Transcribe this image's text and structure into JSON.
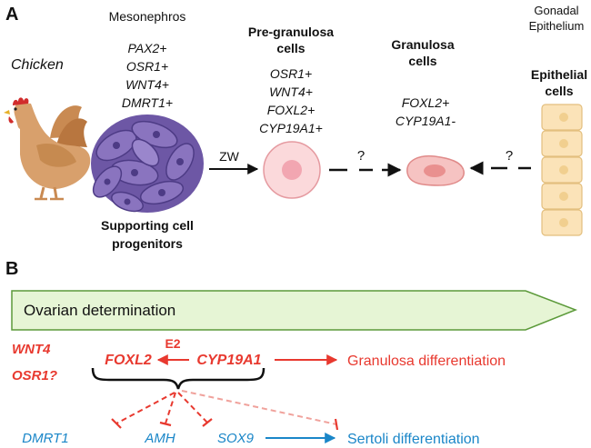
{
  "panel_a": {
    "letter": "A",
    "chicken_label": "Chicken",
    "mesonephros": {
      "title": "Mesonephros",
      "markers": [
        "PAX2+",
        "OSR1+",
        "WNT4+",
        "DMRT1+"
      ],
      "cell_label": [
        "Supporting cell",
        "progenitors"
      ]
    },
    "zw_label": "ZW",
    "pregranulosa": {
      "title": [
        "Pre-granulosa",
        "cells"
      ],
      "markers": [
        "OSR1+",
        "WNT4+",
        "FOXL2+",
        "CYP19A1+"
      ]
    },
    "question_marks": [
      "?",
      "?"
    ],
    "granulosa": {
      "title": [
        "Granulosa",
        "cells"
      ],
      "markers": [
        "FOXL2+",
        "CYP19A1-"
      ]
    },
    "gonadal_epithelium": {
      "title": [
        "Gonadal",
        "Epithelium"
      ],
      "cell_label": [
        "Epithelial",
        "cells"
      ]
    }
  },
  "panel_b": {
    "letter": "B",
    "banner_label": "Ovarian determination",
    "wnt4": "WNT4",
    "osr1": "OSR1?",
    "e2": "E2",
    "foxl2": "FOXL2",
    "cyp19a1": "CYP19A1",
    "granulosa_diff": "Granulosa differentiation",
    "dmrt1": "DMRT1",
    "amh": "AMH",
    "sox9": "SOX9",
    "sertoli_diff": "Sertoli differentiation"
  },
  "colors": {
    "red": "#e8392f",
    "blue": "#1a86c8",
    "banner_fill": "#e6f5d5",
    "banner_stroke": "#5c9a3a",
    "cell_pink": "#fad4d6",
    "epithelial": "#fbe3b8"
  }
}
